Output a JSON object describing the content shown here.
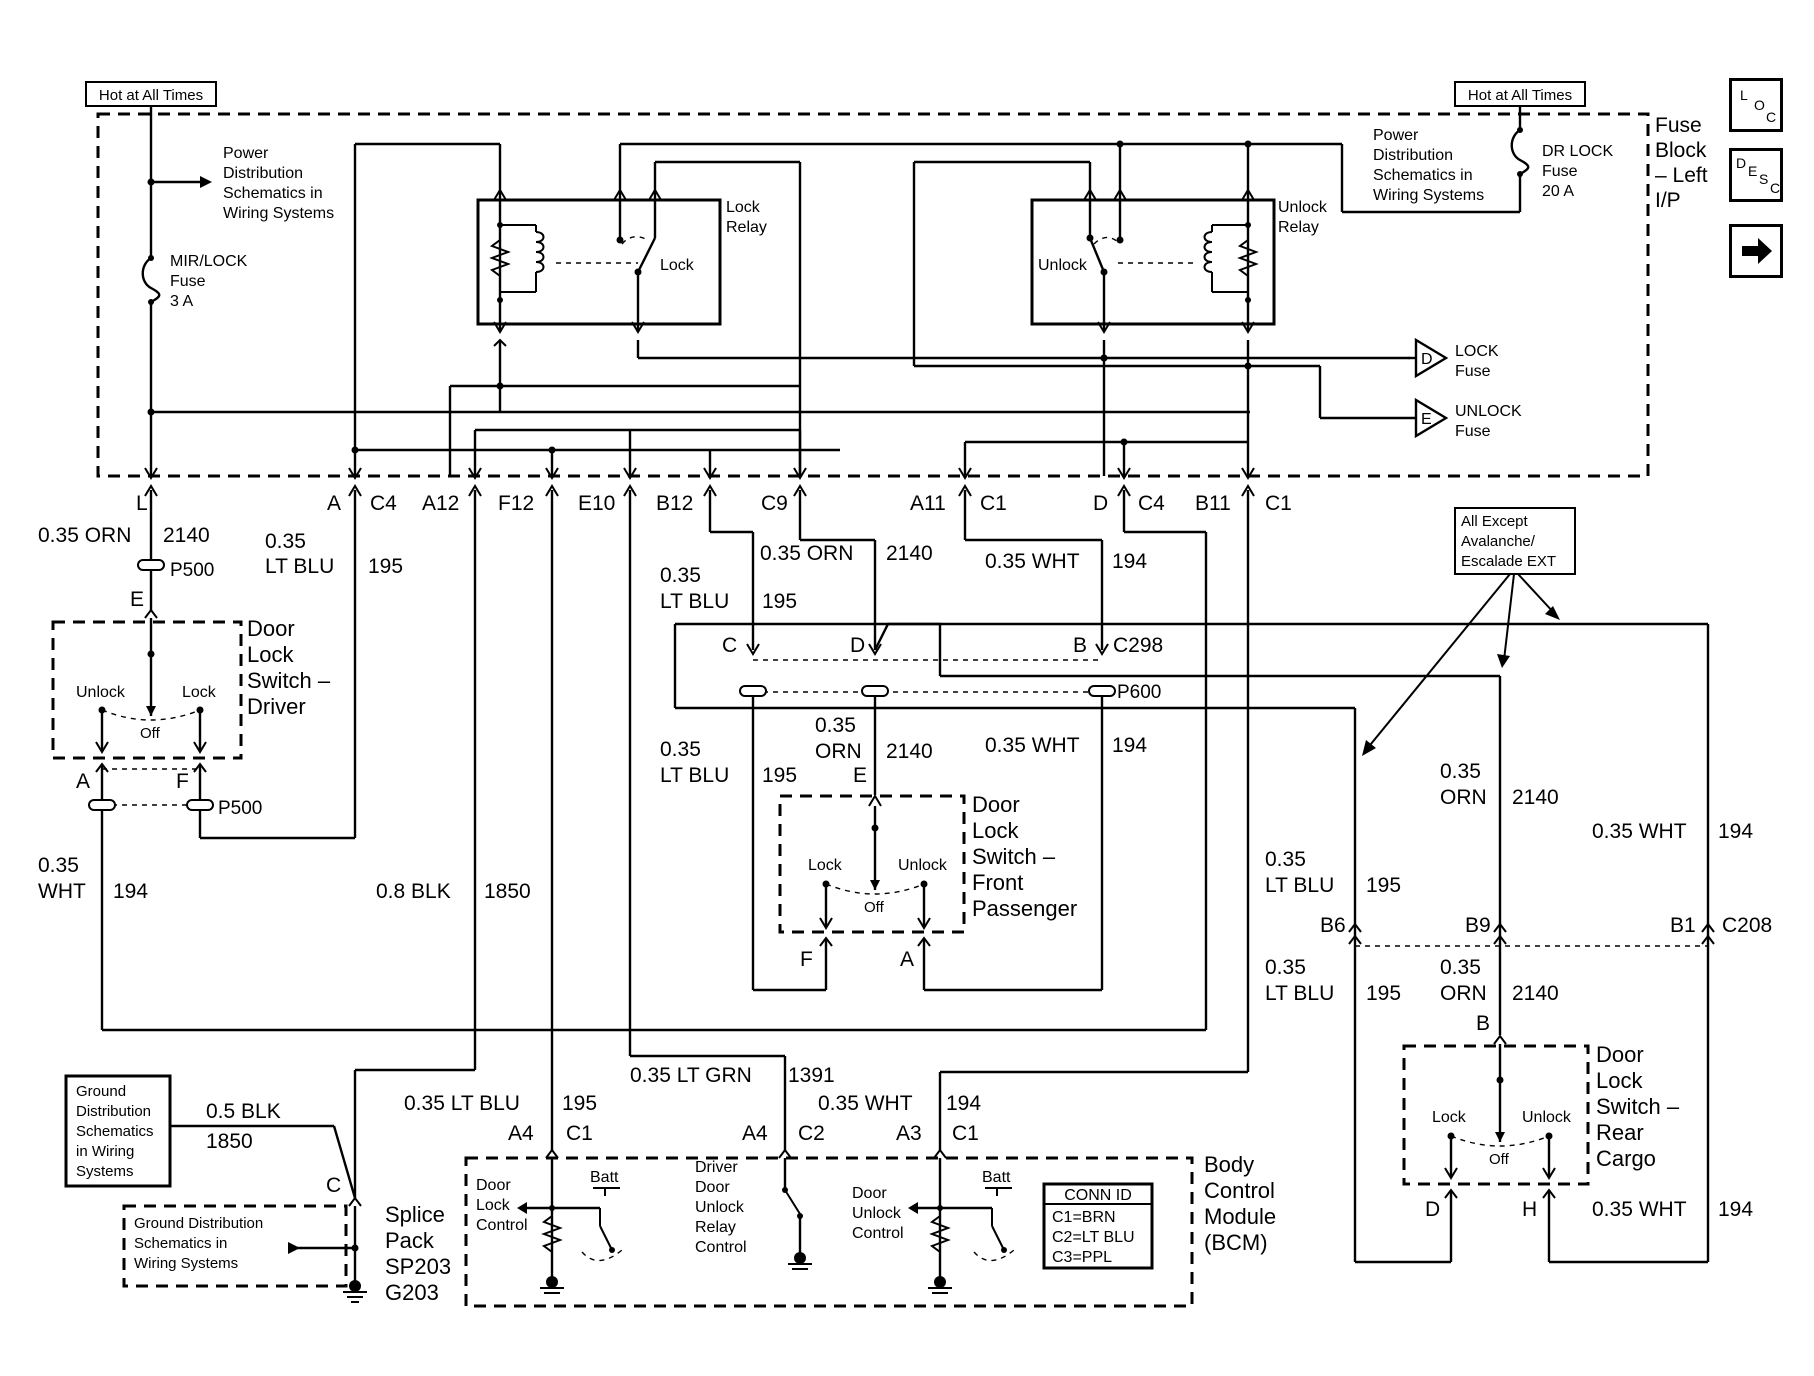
{
  "nav": {
    "loc": {
      "l1": "L",
      "l2": "O",
      "l3": "C"
    },
    "desc": {
      "l1": "D",
      "l2": "E",
      "l3": "S",
      "l4": "C"
    },
    "next_icon": "arrow-right-icon"
  },
  "fuse_block": {
    "hot_left": "Hot at All Times",
    "hot_right": "Hot at All Times",
    "title_1": "Fuse",
    "title_2": "Block",
    "title_3": "– Left",
    "title_4": "I/P",
    "power_dist_left": [
      "Power",
      "Distribution",
      "Schematics in",
      "Wiring Systems"
    ],
    "power_dist_right": [
      "Power",
      "Distribution",
      "Schematics in",
      "Wiring Systems"
    ],
    "mirlock_fuse": [
      "MIR/LOCK",
      "Fuse",
      "3 A"
    ],
    "drlock_fuse": [
      "DR LOCK",
      "Fuse",
      "20 A"
    ],
    "lock_relay": [
      "Lock",
      "Relay"
    ],
    "lock_contact": "Lock",
    "unlock_relay": [
      "Unlock",
      "Relay"
    ],
    "unlock_contact": "Unlock",
    "lock_fuse_ref": {
      "letter": "D",
      "l1": "LOCK",
      "l2": "Fuse"
    },
    "unlock_fuse_ref": {
      "letter": "E",
      "l1": "UNLOCK",
      "l2": "Fuse"
    }
  },
  "pins": {
    "L": "L",
    "A_C4": "A",
    "C4": "C4",
    "A12": "A12",
    "F12": "F12",
    "E10": "E10",
    "B12": "B12",
    "C9": "C9",
    "A11": "A11",
    "C1a": "C1",
    "D_C4": "D",
    "C4b": "C4",
    "B11": "B11",
    "C1b": "C1"
  },
  "wires": {
    "orn_2140_a": [
      "0.35 ORN",
      "2140"
    ],
    "ltblu_195_a": [
      "0.35",
      "LT BLU",
      "195"
    ],
    "orn_2140_b": [
      "0.35 ORN",
      "2140"
    ],
    "wht_194_a": [
      "0.35 WHT",
      "194"
    ],
    "ltblu_195_b": [
      "0.35",
      "LT BLU",
      "195"
    ],
    "ltblu_195_c": [
      "0.35",
      "LT BLU",
      "195"
    ],
    "orn_2140_c": [
      "0.35",
      "ORN",
      "2140"
    ],
    "wht_194_b": [
      "0.35 WHT",
      "194"
    ],
    "wht_194_c": [
      "0.35",
      "WHT",
      "194"
    ],
    "blk_1850": [
      "0.8 BLK",
      "1850"
    ],
    "orn_2140_d": [
      "0.35",
      "ORN",
      "2140"
    ],
    "wht_194_d": [
      "0.35 WHT",
      "194"
    ],
    "ltblu_195_d": [
      "0.35",
      "LT BLU",
      "195"
    ],
    "ltblu_195_e": [
      "0.35",
      "LT BLU",
      "195"
    ],
    "orn_2140_e": [
      "0.35",
      "ORN",
      "2140"
    ],
    "ltgrn_1391": [
      "0.35 LT GRN",
      "1391"
    ],
    "ltblu_195_f": [
      "0.35 LT BLU",
      "195"
    ],
    "wht_194_e": [
      "0.35 WHT",
      "194"
    ],
    "blk_1850_g": [
      "0.5 BLK",
      "1850"
    ],
    "wht_194_f": [
      "0.35 WHT",
      "194"
    ]
  },
  "connectors": {
    "p500_top": "P500",
    "p500_bottom": "P500",
    "p600": "P600",
    "c298": "C298",
    "c208": "C208",
    "C": "C",
    "D": "D",
    "B": "B",
    "E_top": "E",
    "A_left": "A",
    "F_left": "F",
    "E_fp": "E",
    "F_fp": "F",
    "A_fp": "A",
    "B6": "B6",
    "B9": "B9",
    "B1": "B1",
    "B_rc": "B",
    "D_rc": "D",
    "H_rc": "H",
    "C_sp": "C"
  },
  "components": {
    "driver_switch": [
      "Door",
      "Lock",
      "Switch –",
      "Driver"
    ],
    "driver_unlock": "Unlock",
    "driver_lock": "Lock",
    "driver_off": "Off",
    "fp_switch": [
      "Door",
      "Lock",
      "Switch –",
      "Front",
      "Passenger"
    ],
    "fp_lock": "Lock",
    "fp_unlock": "Unlock",
    "fp_off": "Off",
    "rc_switch": [
      "Door",
      "Lock",
      "Switch –",
      "Rear",
      "Cargo"
    ],
    "rc_lock": "Lock",
    "rc_unlock": "Unlock",
    "rc_off": "Off",
    "all_except": [
      "All Except",
      "Avalanche/",
      "Escalade EXT"
    ],
    "ground_dist_box": [
      "Ground",
      "Distribution",
      "Schematics",
      "in Wiring",
      "Systems"
    ],
    "ground_dist_sp": [
      "Ground Distribution",
      "Schematics in",
      "Wiring Systems"
    ],
    "splice_pack": [
      "Splice",
      "Pack",
      "SP203"
    ],
    "g203": "G203",
    "bcm": [
      "Body",
      "Control",
      "Module",
      "(BCM)"
    ],
    "bcm_pins": {
      "a4_1": "A4",
      "c1_1": "C1",
      "a4_2": "A4",
      "c2": "C2",
      "a3": "A3",
      "c1_2": "C1"
    },
    "door_lock_control": [
      "Door",
      "Lock",
      "Control"
    ],
    "driver_unlock_relay": [
      "Driver",
      "Door",
      "Unlock",
      "Relay",
      "Control"
    ],
    "door_unlock_control": [
      "Door",
      "Unlock",
      "Control"
    ],
    "batt1": "Batt",
    "batt2": "Batt",
    "conn_id": {
      "title": "CONN ID",
      "c1": "C1=BRN",
      "c2": "C2=LT BLU",
      "c3": "C3=PPL"
    }
  }
}
